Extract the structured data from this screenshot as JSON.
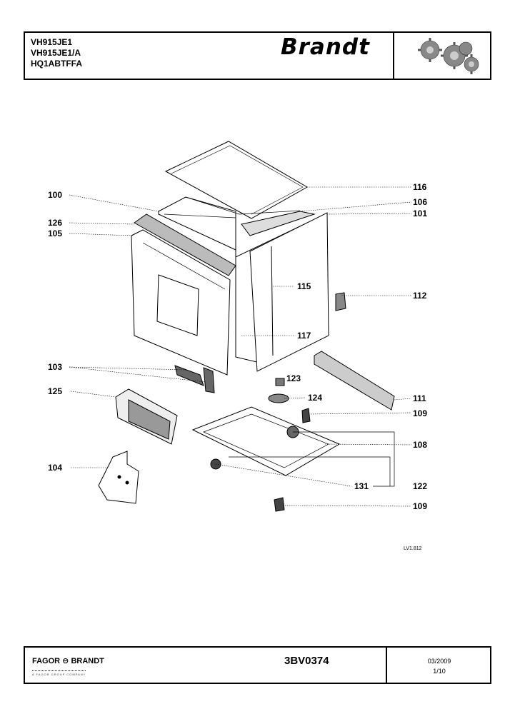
{
  "header": {
    "models": [
      "VH915JE1",
      "VH915JE1/A",
      "HQ1ABTFFA"
    ],
    "brand": "Brandt",
    "logo_icon": "gears-icon"
  },
  "diagram": {
    "labels": {
      "p100": "100",
      "p126": "126",
      "p105": "105",
      "p103": "103",
      "p125": "125",
      "p104": "104",
      "p116": "116",
      "p106": "106",
      "p101": "101",
      "p115": "115",
      "p112": "112",
      "p117": "117",
      "p123": "123",
      "p124": "124",
      "p111": "111",
      "p109a": "109",
      "p108": "108",
      "p131": "131",
      "p122": "122",
      "p109b": "109"
    },
    "reference": "LV1.812"
  },
  "footer": {
    "company": "FAGOR ⊖ BRANDT",
    "company_sub": "A FAGOR GROUP COMPANY",
    "document_ref": "3BV0374",
    "date": "03/2009",
    "page": "1/10"
  }
}
